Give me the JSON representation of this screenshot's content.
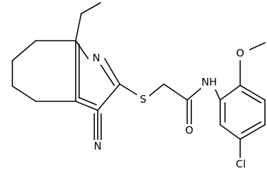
{
  "molecule": {
    "atoms": {
      "n_ring": "N",
      "sulfur": "S",
      "cyano_n": "N",
      "amide_o": "O",
      "amide_nh": "NH",
      "methoxy_o": "O",
      "chlorine": "Cl"
    }
  },
  "colors": {
    "bond": "#000000",
    "text": "#000000",
    "background": "#ffffff"
  }
}
